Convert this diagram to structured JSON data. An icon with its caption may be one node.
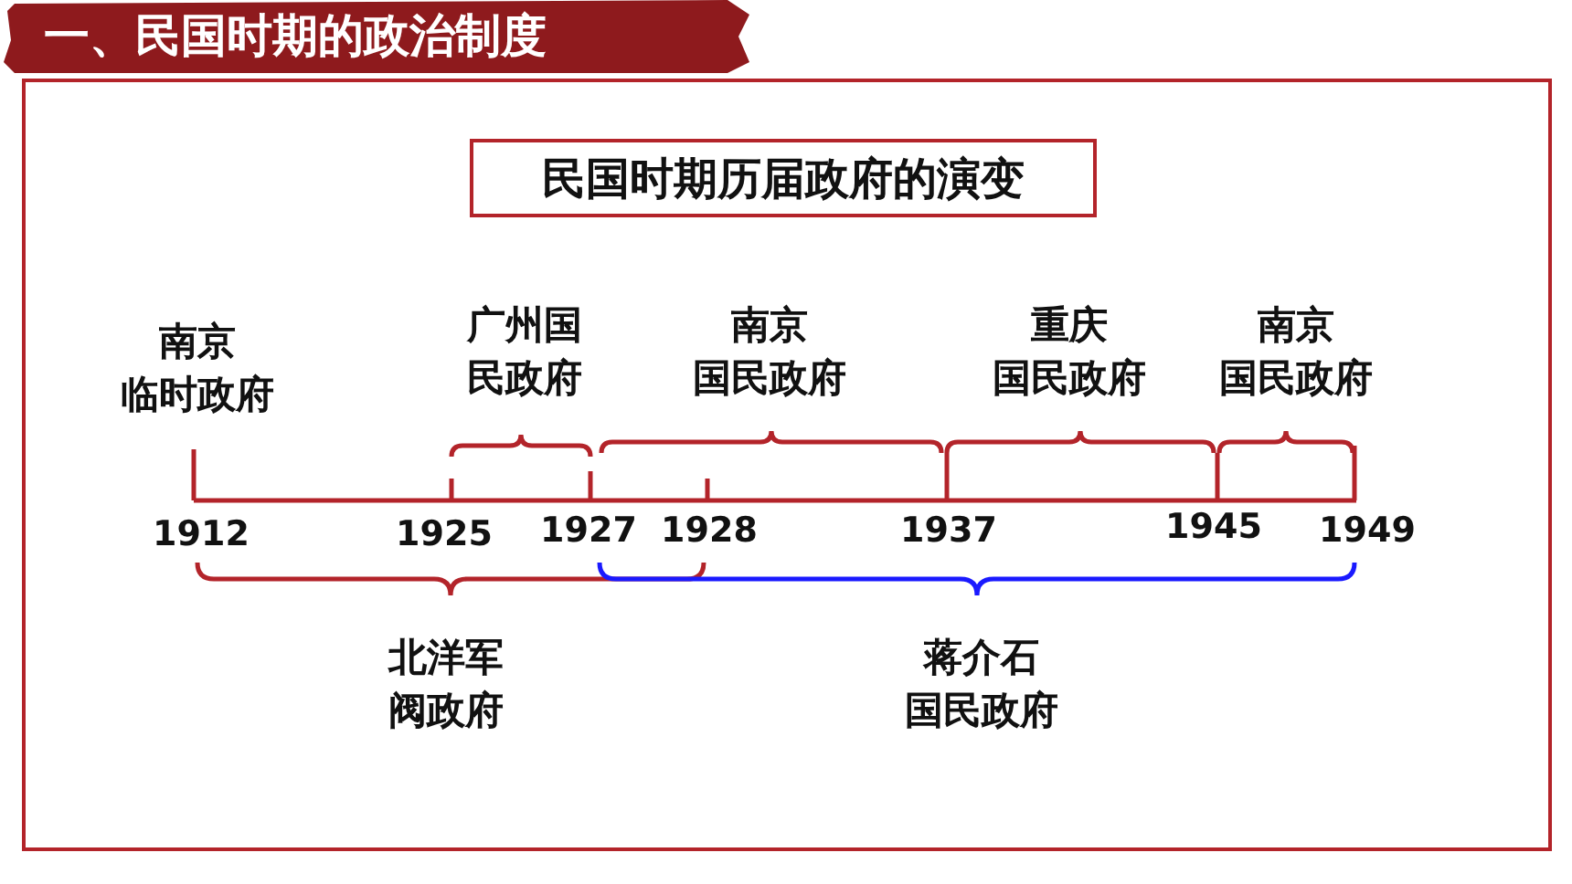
{
  "diagram": {
    "title": "一、民国时期的政治制度",
    "nodes": [
      {
        "text": [
          "民国时期历届政府的演变"
        ]
      }
    ],
    "labels": [
      "南京临时政府",
      "广州国民政府",
      "南京国民政府",
      "重庆国民政府",
      "南京国民政府",
      "1912",
      "1925",
      "1927",
      "1928",
      "1937",
      "1945",
      "1949",
      "北洋军阀政府",
      "蒋介石国民政府"
    ]
  }
}
